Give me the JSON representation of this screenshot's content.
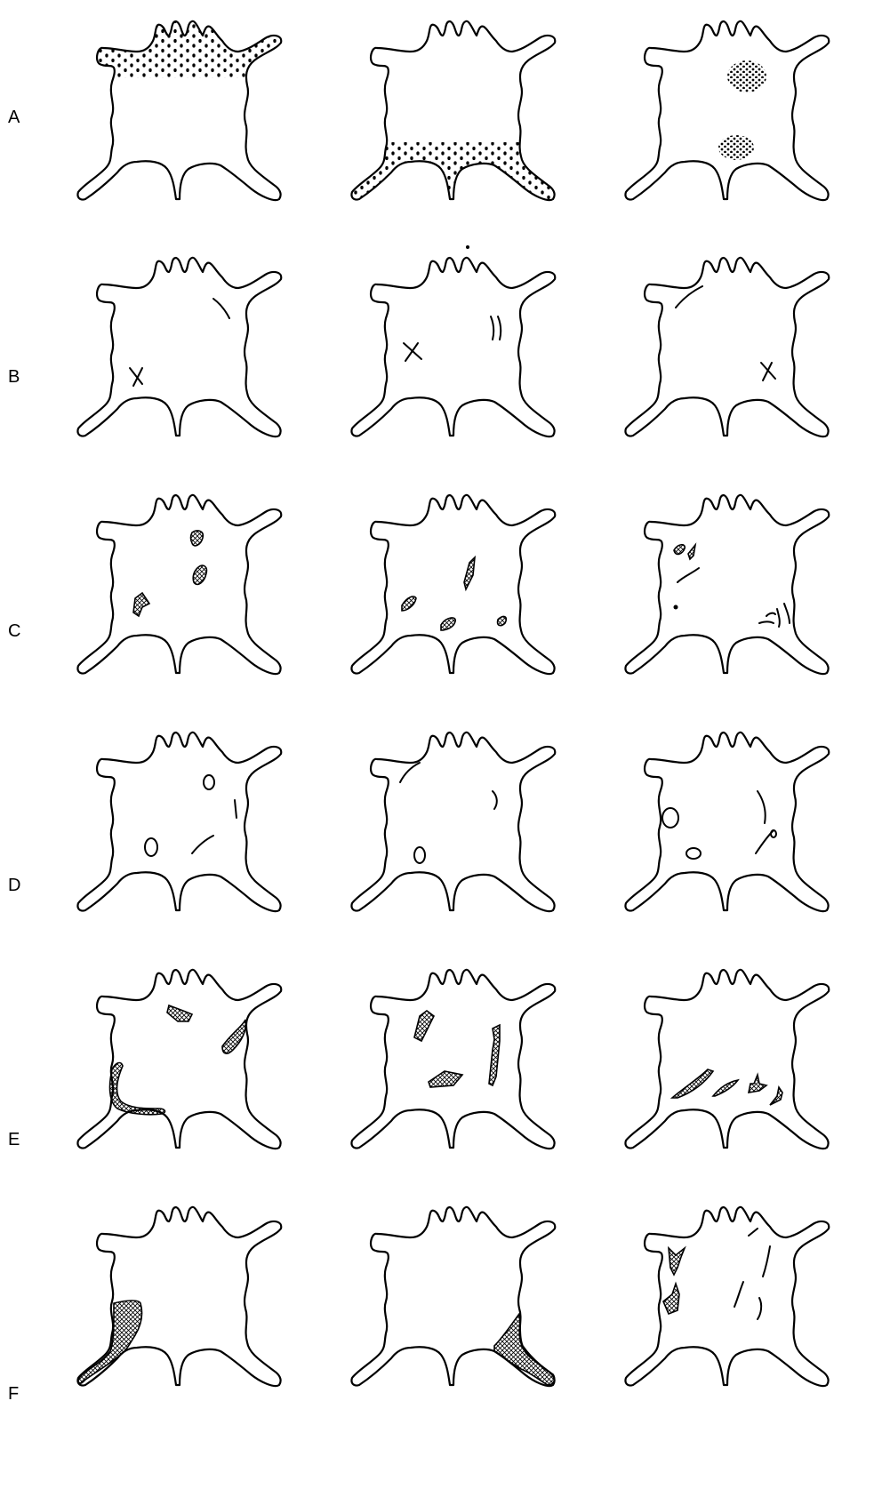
{
  "rows": [
    {
      "label": "A",
      "cells": [
        {
          "marks": [
            {
              "kind": "dots-top"
            }
          ]
        },
        {
          "marks": [
            {
              "kind": "dots-bottom"
            }
          ]
        },
        {
          "marks": [
            {
              "kind": "dot-cluster"
            },
            {
              "kind": "dot-cluster"
            }
          ]
        }
      ]
    },
    {
      "label": "B",
      "cells": [
        {
          "marks": [
            {
              "kind": "cross"
            },
            {
              "kind": "line"
            }
          ]
        },
        {
          "marks": [
            {
              "kind": "cross"
            },
            {
              "kind": "double-line"
            },
            {
              "kind": "dot"
            }
          ]
        },
        {
          "marks": [
            {
              "kind": "line"
            },
            {
              "kind": "cross"
            }
          ]
        }
      ]
    },
    {
      "label": "C",
      "cells": [
        {
          "marks": [
            {
              "kind": "hatch-patch"
            },
            {
              "kind": "hatch-patch"
            },
            {
              "kind": "hatch-patch"
            }
          ]
        },
        {
          "marks": [
            {
              "kind": "hatch-patch"
            },
            {
              "kind": "hatch-patch"
            },
            {
              "kind": "hatch-patch"
            },
            {
              "kind": "hatch-patch"
            }
          ]
        },
        {
          "marks": [
            {
              "kind": "hatch-patch"
            },
            {
              "kind": "hatch-patch"
            },
            {
              "kind": "line"
            },
            {
              "kind": "dot"
            },
            {
              "kind": "dash-cluster"
            }
          ]
        }
      ]
    },
    {
      "label": "D",
      "cells": [
        {
          "marks": [
            {
              "kind": "oval"
            },
            {
              "kind": "oval"
            },
            {
              "kind": "line"
            },
            {
              "kind": "line"
            }
          ]
        },
        {
          "marks": [
            {
              "kind": "line"
            },
            {
              "kind": "line"
            },
            {
              "kind": "oval"
            }
          ]
        },
        {
          "marks": [
            {
              "kind": "oval"
            },
            {
              "kind": "oval"
            },
            {
              "kind": "line"
            },
            {
              "kind": "line"
            },
            {
              "kind": "oval"
            }
          ]
        }
      ]
    },
    {
      "label": "E",
      "cells": [
        {
          "marks": [
            {
              "kind": "hatch-patch"
            },
            {
              "kind": "hatch-patch"
            },
            {
              "kind": "hatch-patch"
            }
          ]
        },
        {
          "marks": [
            {
              "kind": "hatch-patch"
            },
            {
              "kind": "hatch-patch"
            },
            {
              "kind": "hatch-patch"
            }
          ]
        },
        {
          "marks": [
            {
              "kind": "hatch-patch"
            },
            {
              "kind": "hatch-patch"
            },
            {
              "kind": "hatch-patch"
            },
            {
              "kind": "hatch-patch"
            }
          ]
        }
      ]
    },
    {
      "label": "F",
      "cells": [
        {
          "marks": [
            {
              "kind": "hatch-patch"
            }
          ]
        },
        {
          "marks": [
            {
              "kind": "hatch-patch"
            }
          ]
        },
        {
          "marks": [
            {
              "kind": "hatch-patch"
            },
            {
              "kind": "hatch-patch"
            },
            {
              "kind": "line"
            },
            {
              "kind": "line"
            },
            {
              "kind": "line"
            },
            {
              "kind": "line"
            }
          ]
        }
      ]
    }
  ],
  "colors": {
    "stroke": "#000000",
    "background": "#ffffff"
  }
}
